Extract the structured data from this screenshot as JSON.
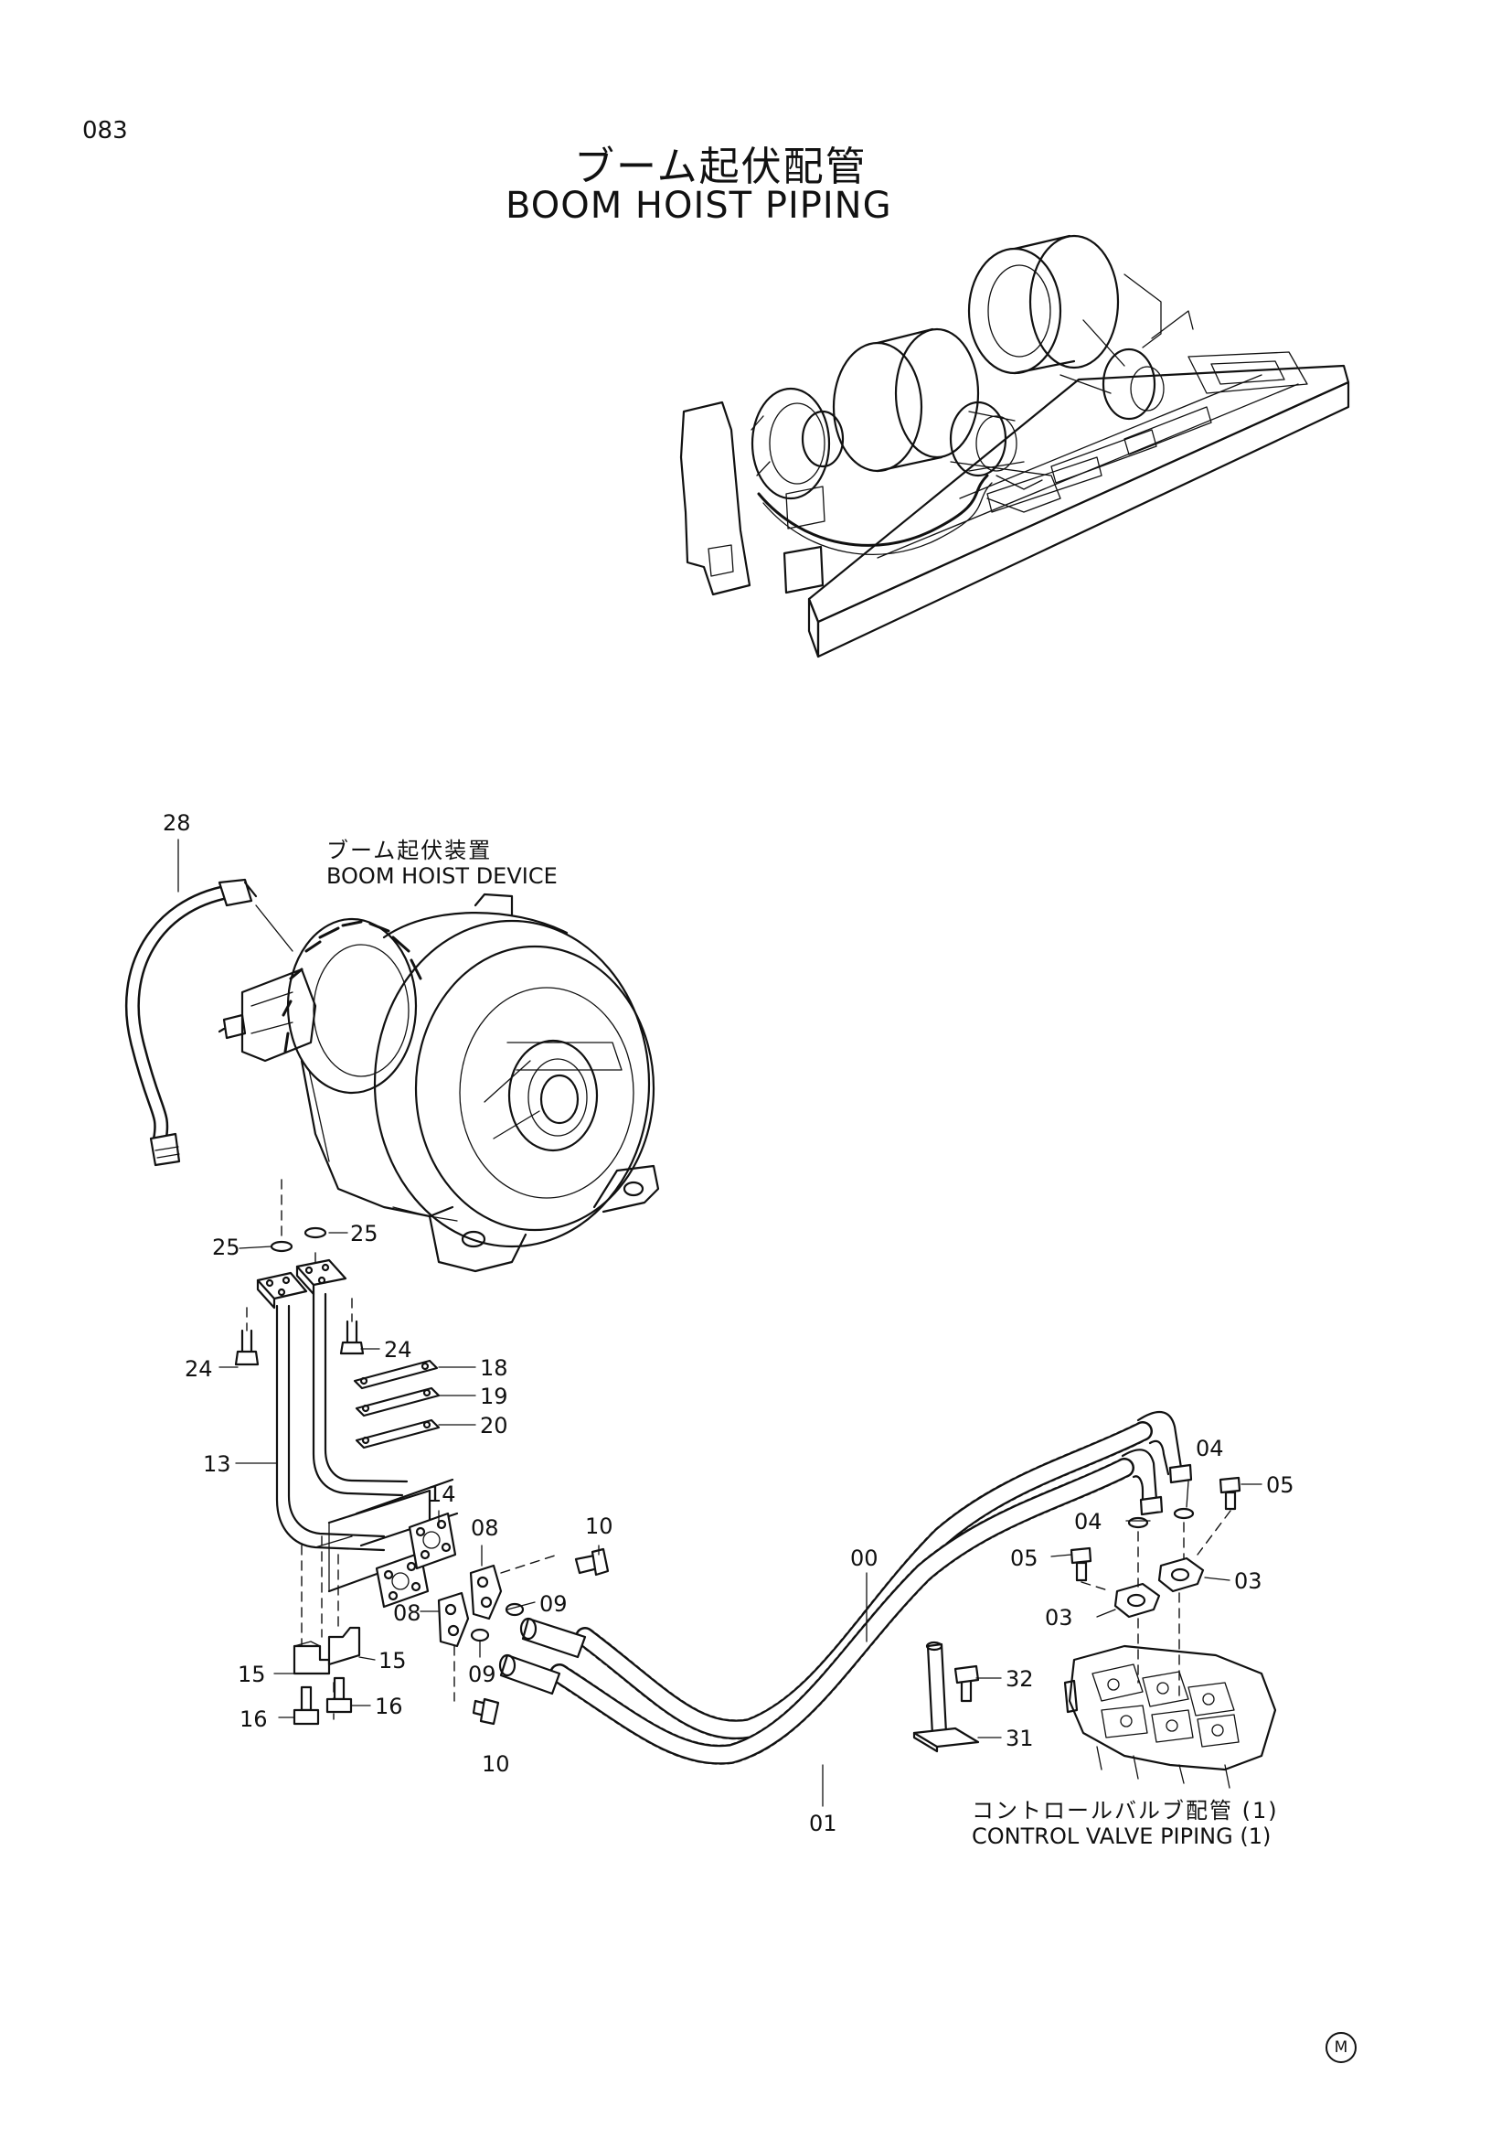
{
  "page": {
    "number": "083",
    "title_ja": "ブーム起伏配管",
    "title_en": "BOOM HOIST PIPING"
  },
  "labels": {
    "device_ja": "ブーム起伏装置",
    "device_en": "BOOM HOIST DEVICE",
    "valve_ja": "コントロールバルブ配管 (1)",
    "valve_en": "CONTROL VALVE PIPING (1)",
    "mark": "M"
  },
  "parts": [
    {
      "id": "p28",
      "text": "28"
    },
    {
      "id": "p25a",
      "text": "25"
    },
    {
      "id": "p25b",
      "text": "25"
    },
    {
      "id": "p24a",
      "text": "24"
    },
    {
      "id": "p24b",
      "text": "24"
    },
    {
      "id": "p18",
      "text": "18"
    },
    {
      "id": "p19",
      "text": "19"
    },
    {
      "id": "p20",
      "text": "20"
    },
    {
      "id": "p13",
      "text": "13"
    },
    {
      "id": "p14",
      "text": "14"
    },
    {
      "id": "p08a",
      "text": "08"
    },
    {
      "id": "p08b",
      "text": "08"
    },
    {
      "id": "p10a",
      "text": "10"
    },
    {
      "id": "p10b",
      "text": "10"
    },
    {
      "id": "p09a",
      "text": "09"
    },
    {
      "id": "p09b",
      "text": "09"
    },
    {
      "id": "p15a",
      "text": "15"
    },
    {
      "id": "p15b",
      "text": "15"
    },
    {
      "id": "p16a",
      "text": "16"
    },
    {
      "id": "p16b",
      "text": "16"
    },
    {
      "id": "p00",
      "text": "00"
    },
    {
      "id": "p01",
      "text": "01"
    },
    {
      "id": "p32",
      "text": "32"
    },
    {
      "id": "p31",
      "text": "31"
    },
    {
      "id": "p04a",
      "text": "04"
    },
    {
      "id": "p04b",
      "text": "04"
    },
    {
      "id": "p05a",
      "text": "05"
    },
    {
      "id": "p05b",
      "text": "05"
    },
    {
      "id": "p03a",
      "text": "03"
    },
    {
      "id": "p03b",
      "text": "03"
    }
  ]
}
